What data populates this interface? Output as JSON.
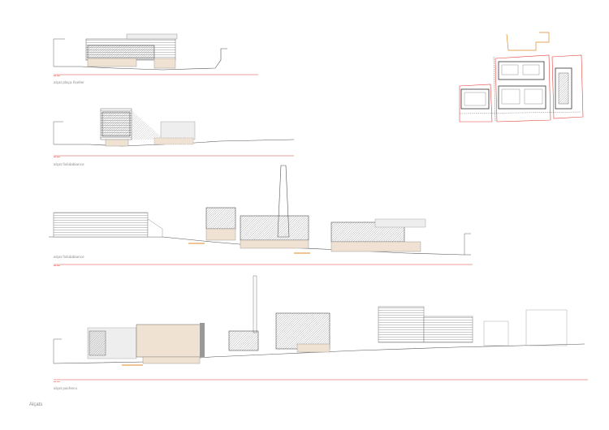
{
  "colors": {
    "red_line": "#e0403a",
    "orange": "#e08a2a",
    "facade": "#f0e2d2",
    "ink": "#444444"
  },
  "sections": [
    {
      "title": "alçat plaça fiveller",
      "tag": "*** ****"
    },
    {
      "title": "alçat fiolidabiance",
      "tag": "*** ****"
    },
    {
      "title": "alçat fiolidabiance",
      "tag": "*** ****"
    },
    {
      "title": "alçat pacheco",
      "tag": "*** ****"
    }
  ],
  "footer": "Alçats"
}
